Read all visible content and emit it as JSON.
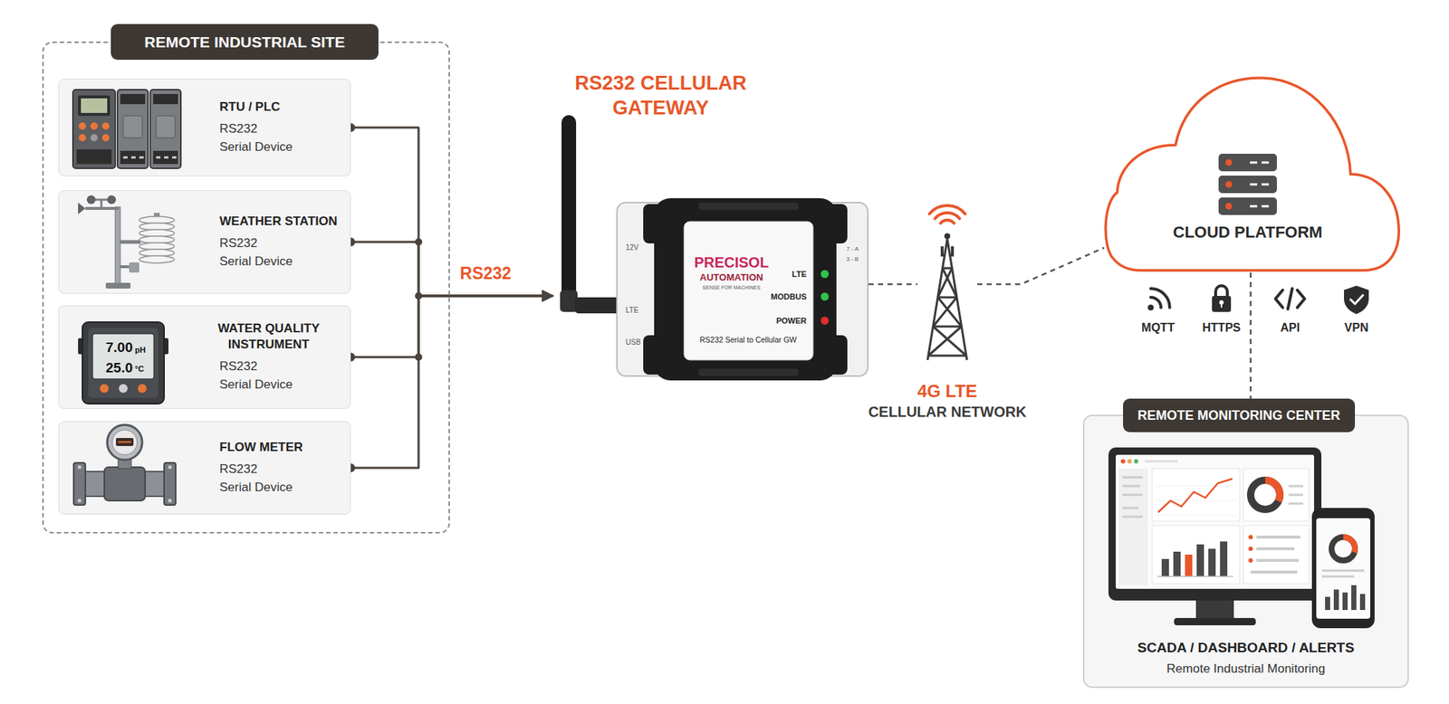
{
  "diagram": {
    "nodes": [
      {
        "text": [
          "REMOTE INDUSTRIAL SITE"
        ]
      },
      {
        "text": [
          "RTU / PLC",
          "RS232",
          "Serial Device"
        ],
        "in": 0
      },
      {
        "text": [
          "WEATHER STATION",
          "RS232",
          "Serial Device"
        ],
        "in": 0
      },
      {
        "text": [
          "WATER QUALITY INSTRUMENT",
          "RS232",
          "Serial Device"
        ],
        "in": 0
      },
      {
        "text": [
          "FLOW METER",
          "RS232",
          "Serial Device"
        ],
        "in": 0
      },
      {
        "text": [
          "RS232 CELLULAR GATEWAY"
        ]
      },
      {
        "text": [
          "4G LTE",
          "CELLULAR NETWORK"
        ]
      },
      {
        "text": [
          "CLOUD PLATFORM"
        ]
      },
      {
        "text": [
          "REMOTE MONITORING CENTER",
          "SCADA / DASHBOARD / ALERTS",
          "Remote Industrial Monitoring"
        ]
      }
    ],
    "edges": [
      {
        "from": 1,
        "to": 5,
        "arrow": "to",
        "label": "RS232"
      },
      {
        "from": 2,
        "to": 5,
        "arrow": "to"
      },
      {
        "from": 3,
        "to": 5,
        "arrow": "to"
      },
      {
        "from": 4,
        "to": 5,
        "arrow": "to"
      },
      {
        "from": 5,
        "to": 6,
        "arrow": "none"
      },
      {
        "from": 6,
        "to": 7,
        "arrow": "none"
      },
      {
        "from": 7,
        "to": 8,
        "arrow": "none"
      }
    ],
    "labels": [
      "12V",
      "LTE",
      "USB",
      "PRECISOL",
      "AUTOMATION",
      "SENSE FOR MACHINES",
      "LTE",
      "MODBUS",
      "POWER",
      "7 - A",
      "3 - B",
      "RS232 Serial to Cellular GW",
      "7.00",
      "pH",
      "25.0",
      "°C",
      "MQTT",
      "HTTPS",
      "API",
      "VPN"
    ]
  }
}
